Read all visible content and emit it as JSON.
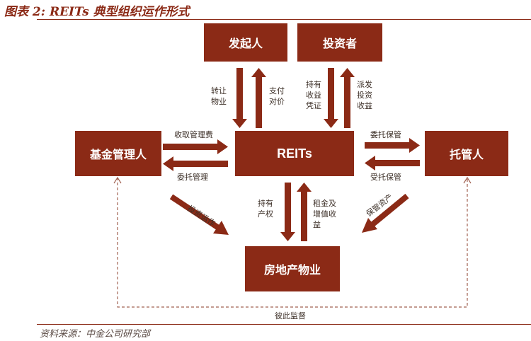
{
  "header": {
    "title": "图表 2: REITs 典型组织运作形式"
  },
  "nodes": {
    "sponsor": "发起人",
    "investor": "投资者",
    "fund_manager": "基金管理人",
    "reits": "REITs",
    "custodian": "托管人",
    "property": "房地产物业"
  },
  "edges": {
    "transfer_property": "转让\n物业",
    "pay_consideration": "支付\n对价",
    "hold_income_certificate": "持有\n收益\n凭证",
    "distribute_income_certificate": "派发\n投资\n收益",
    "collect_fee": "收取管理费",
    "entrust_management": "委托管理",
    "entrust_custody": "委托保管",
    "accept_custody": "受托保管",
    "invest_operate": "投资运作",
    "custody_assets": "保管资产",
    "hold_property_rights": "持有\n产权",
    "rent_appreciation": "租金及\n增值收\n益",
    "mutual_supervision": "彼此监督"
  },
  "footer": {
    "source": "资料来源：中金公司研究部"
  },
  "colors": {
    "box": "#8b2a16",
    "arrow": "#8b2a16",
    "dashed": "#a06050",
    "text": "#3d3028"
  }
}
